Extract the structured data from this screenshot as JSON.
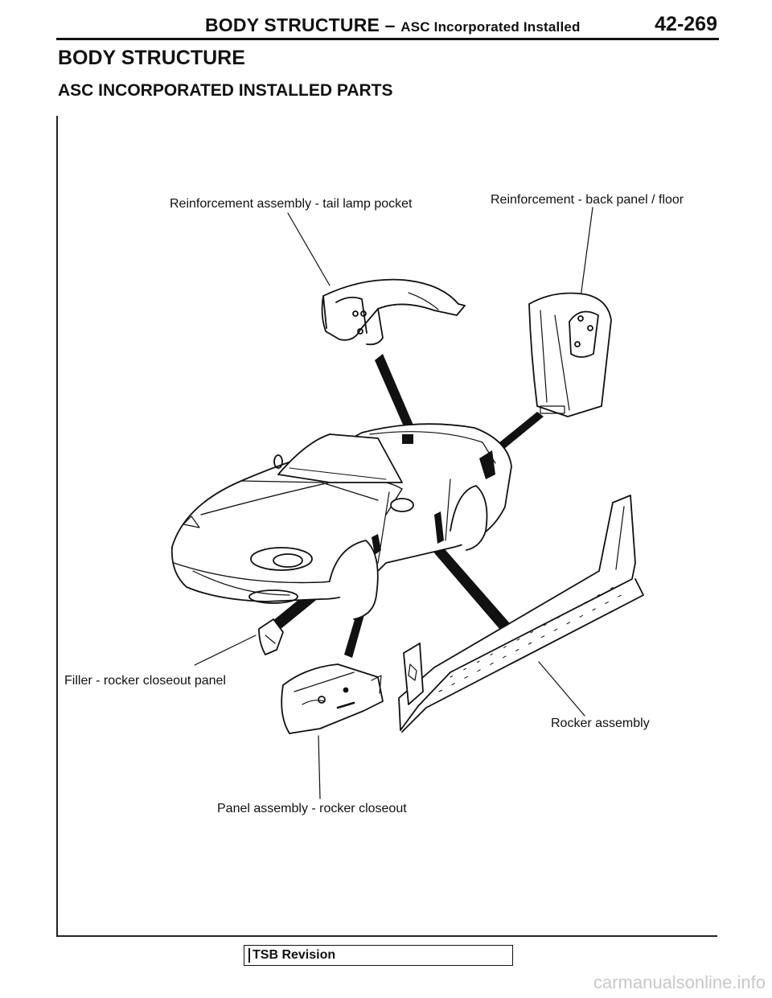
{
  "header": {
    "title_main": "BODY STRUCTURE – ",
    "title_sub": "ASC Incorporated Installed",
    "page_number": "42-269"
  },
  "section": {
    "title": "BODY STRUCTURE",
    "subtitle": "ASC INCORPORATED INSTALLED PARTS"
  },
  "callouts": {
    "tail_lamp_pocket": "Reinforcement assembly - tail lamp pocket",
    "back_panel_floor": "Reinforcement - back panel / floor",
    "filler_rocker": "Filler - rocker closeout panel",
    "rocker_assembly": "Rocker assembly",
    "panel_rocker_closeout": "Panel assembly - rocker closeout"
  },
  "footer": {
    "tsb_label": "TSB Revision",
    "watermark": "carmanualsonline.info"
  }
}
